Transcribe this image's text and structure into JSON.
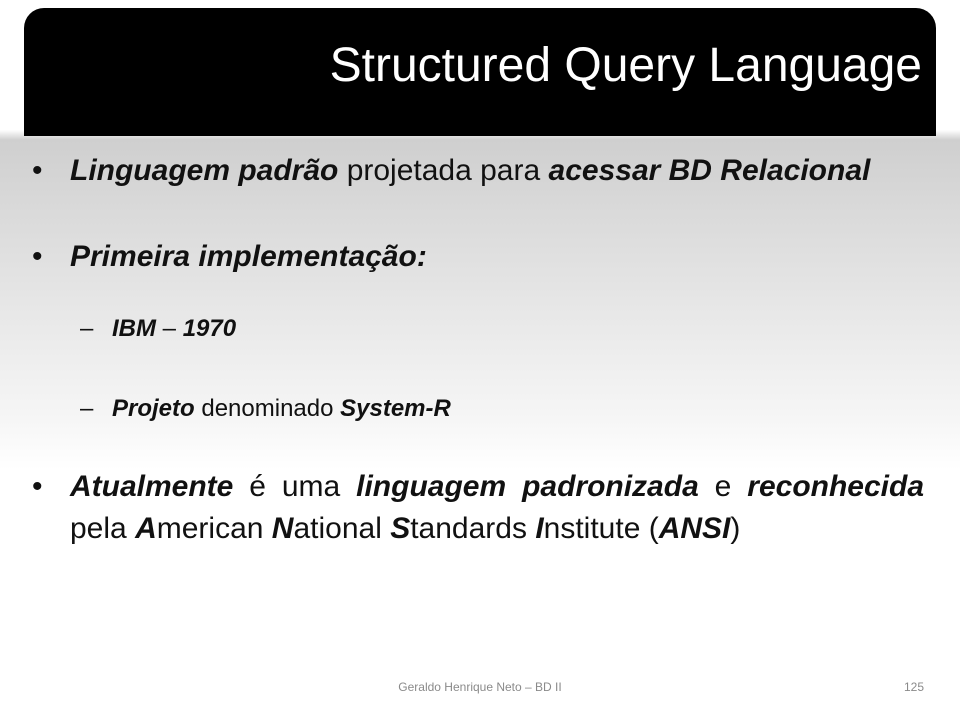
{
  "slide": {
    "title": "Structured Query Language",
    "bullet1": {
      "p1": "Linguagem padrão",
      "p2": " projetada para ",
      "p3": "acessar BD Relacional"
    },
    "bullet2": {
      "text": "Primeira implementação:",
      "sub1": {
        "p1": "IBM",
        "p2": " – ",
        "p3": "1970"
      },
      "sub2": {
        "p1": "Projeto",
        "p2": " denominado ",
        "p3": "System-R"
      }
    },
    "bullet3": {
      "p1": "Atualmente",
      "p2": " é uma ",
      "p3": "linguagem padronizada",
      "p4": " e ",
      "p5": "reconhecida",
      "p6": " pela ",
      "p7": "A",
      "p8": "merican ",
      "p9": "N",
      "p10": "ational ",
      "p11": "S",
      "p12": "tandards ",
      "p13": "I",
      "p14": "nstitute (",
      "p15": "ANSI",
      "p16": ")"
    },
    "bullet_glyph": "•",
    "dash_glyph": "–",
    "footer": "Geraldo Henrique Neto – BD II",
    "page_number": "125"
  }
}
